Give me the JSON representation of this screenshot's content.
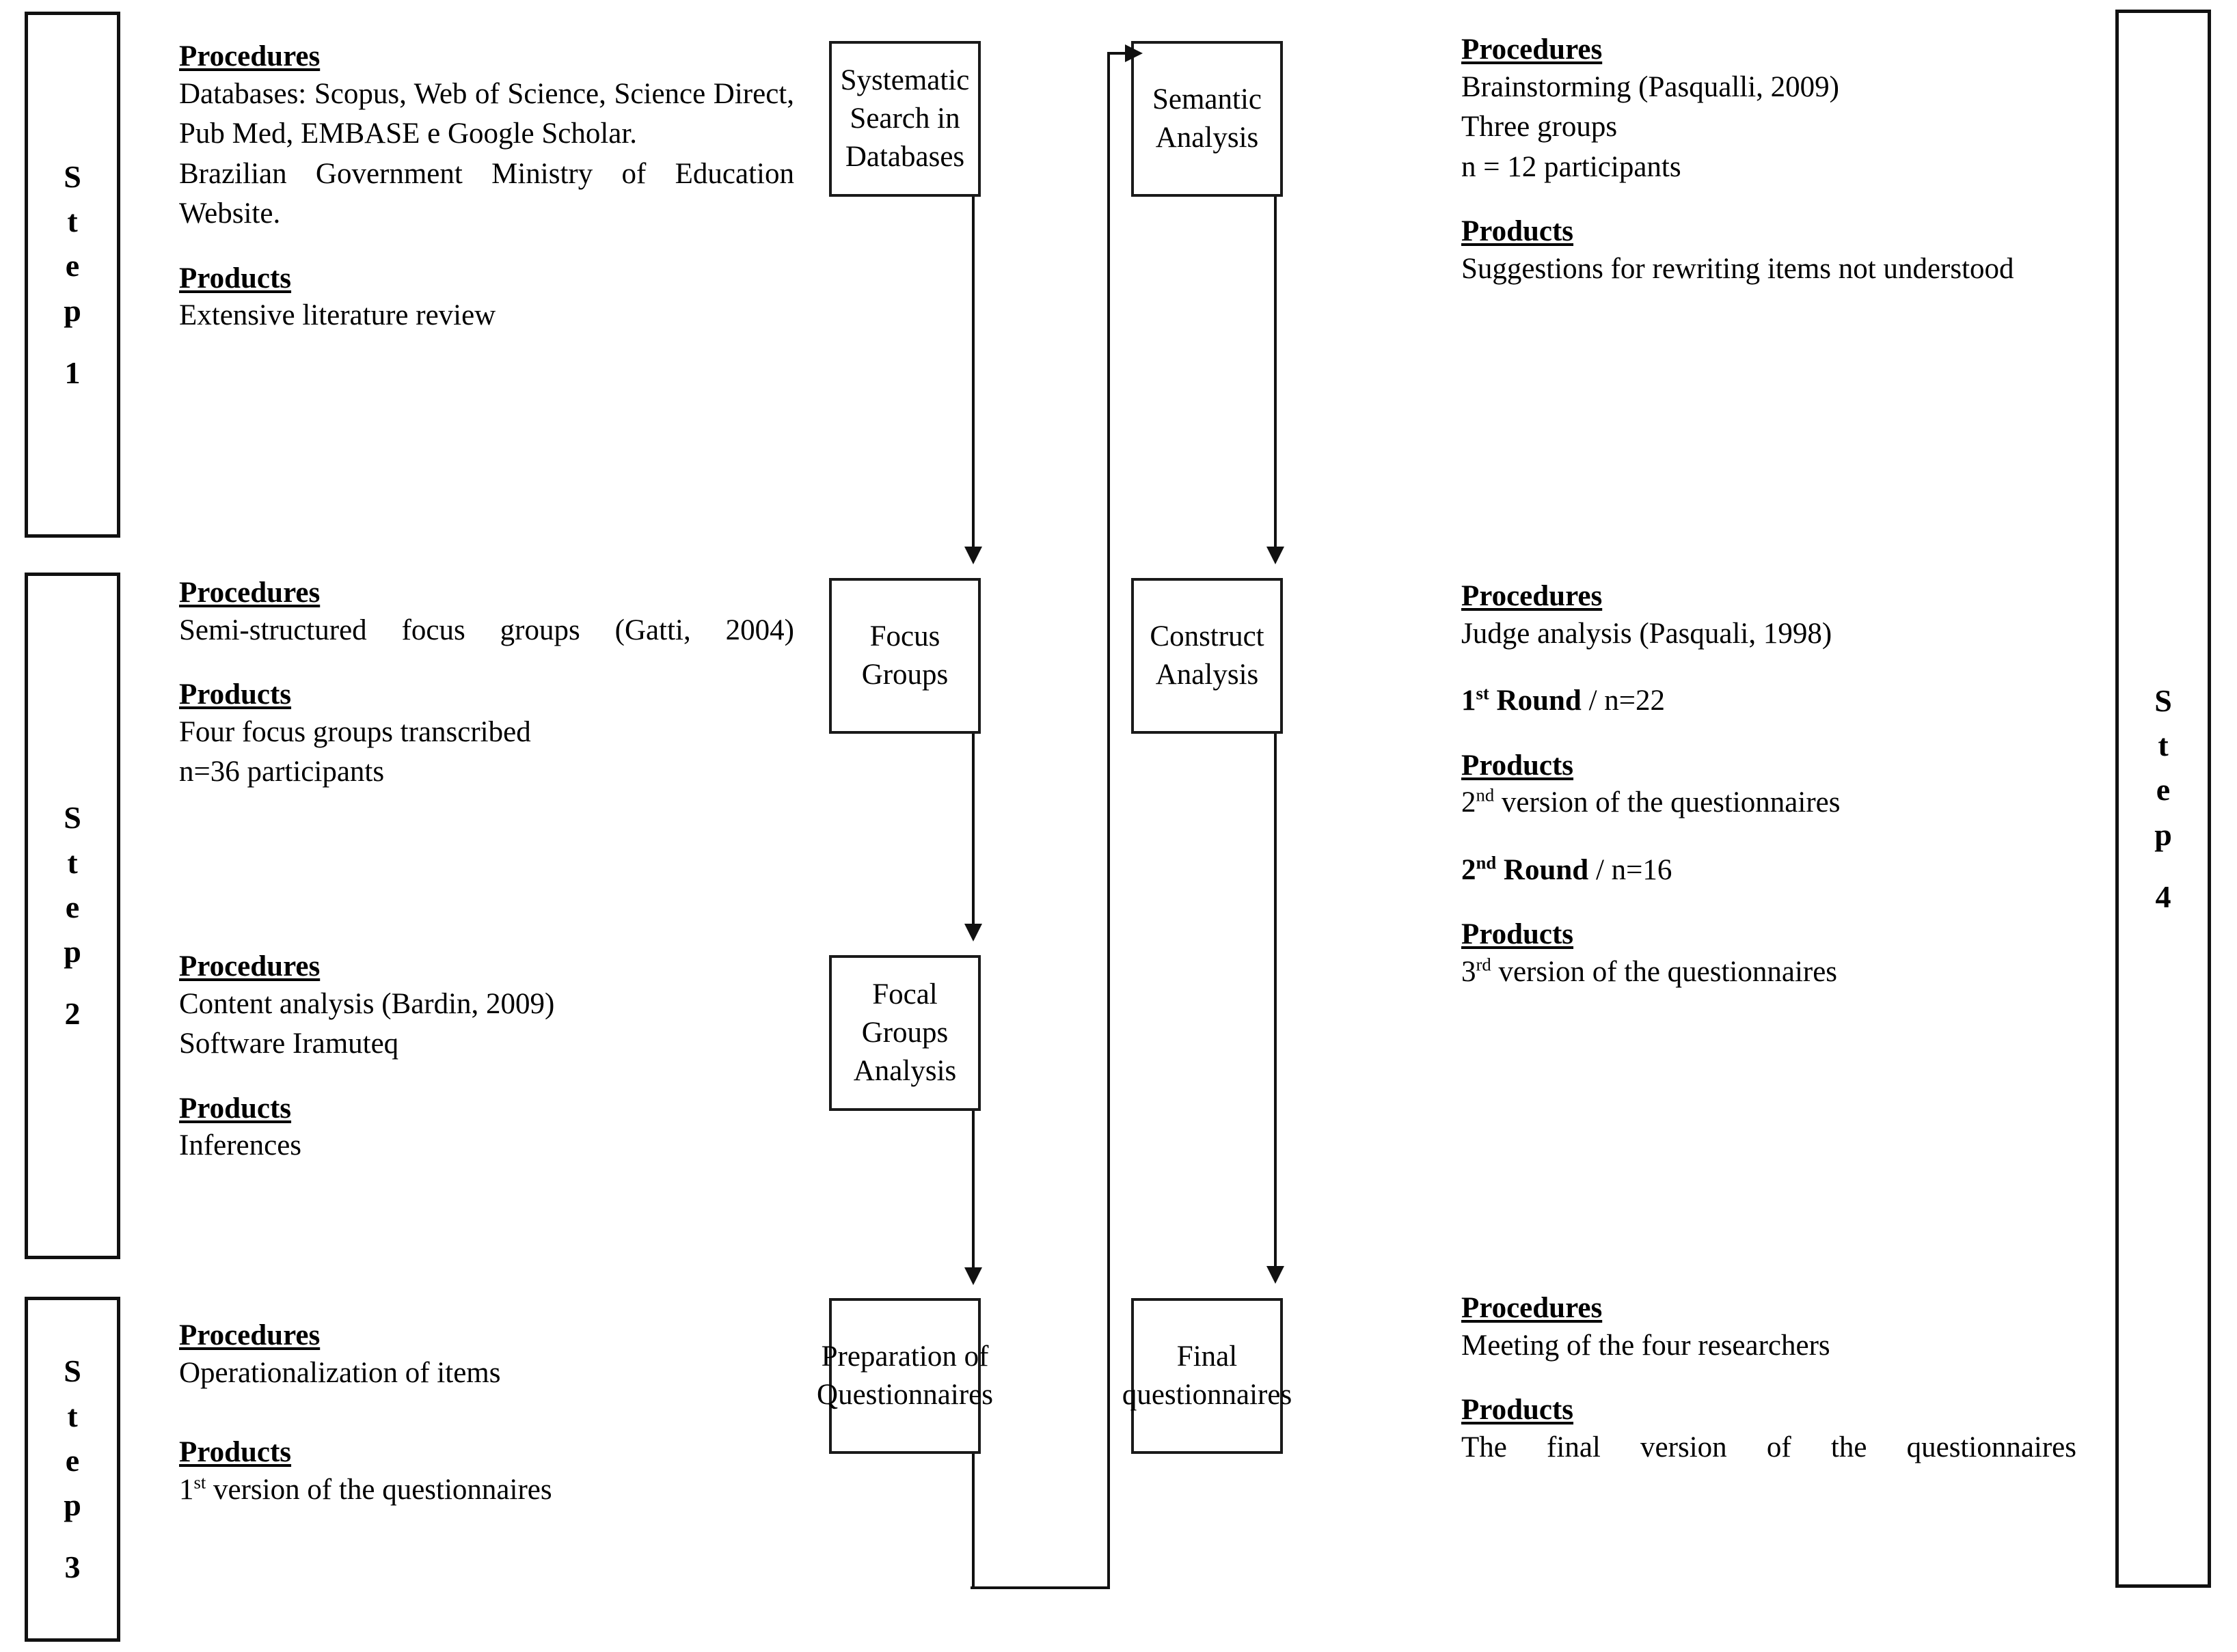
{
  "steps": {
    "step1": {
      "letters": [
        "S",
        "t",
        "e",
        "p"
      ],
      "number": "1"
    },
    "step2": {
      "letters": [
        "S",
        "t",
        "e",
        "p"
      ],
      "number": "2"
    },
    "step3": {
      "letters": [
        "S",
        "t",
        "e",
        "p"
      ],
      "number": "3"
    },
    "step4": {
      "letters": [
        "S",
        "t",
        "e",
        "p"
      ],
      "number": "4"
    }
  },
  "flow_nodes": {
    "systematic_search": "Systematic Search in Databases",
    "semantic_analysis": "Semantic Analysis",
    "focus_groups": "Focus Groups",
    "construct_analysis": "Construct Analysis",
    "focal_groups_analysis": "Focal Groups Analysis",
    "preparation_questionnaires": "Preparation of Questionnaires",
    "final_questionnaires": "Final questionnaires"
  },
  "labels": {
    "procedures": "Procedures",
    "products": "Products"
  },
  "left_column": {
    "step1": {
      "procedures_lines": [
        "Databases: Scopus, Web of Science, Science Direct, Pub Med, EMBASE e Google Scholar.",
        "Brazilian Government Ministry of Education Website."
      ],
      "products_lines": [
        "Extensive literature review"
      ]
    },
    "step2_a": {
      "procedures_lines": [
        "Semi-structured focus groups (Gatti, 2004)"
      ],
      "products_lines": [
        "Four focus groups transcribed",
        "n=36 participants"
      ]
    },
    "step2_b": {
      "procedures_lines": [
        "Content analysis (Bardin, 2009)",
        "Software Iramuteq"
      ],
      "products_lines": [
        "Inferences"
      ]
    },
    "step3": {
      "procedures_lines": [
        "Operationalization of items"
      ],
      "products_prefix": "1",
      "products_sup": "st",
      "products_rest": " version of the questionnaires"
    }
  },
  "right_column": {
    "top": {
      "procedures_lines": [
        "Brainstorming (Pasqualli, 2009)",
        "Three groups",
        "n = 12 participants"
      ],
      "products_lines": [
        "Suggestions for rewriting items not understood"
      ]
    },
    "middle": {
      "procedures_lines": [
        "Judge analysis (Pasquali, 1998)"
      ],
      "round1": {
        "num": "1",
        "sup": "st",
        "rest": " Round",
        "tail": " / n=22"
      },
      "products1": {
        "num": "2",
        "sup": "nd",
        "rest": " version of the questionnaires"
      },
      "round2": {
        "num": "2",
        "sup": "nd",
        "rest": " Round",
        "tail": " / n=16"
      },
      "products2": {
        "num": "3",
        "sup": "rd",
        "rest": " version of the questionnaires"
      }
    },
    "bottom": {
      "procedures_lines": [
        "Meeting of the four researchers"
      ],
      "products_lines": [
        "The final version of the questionnaires"
      ]
    }
  }
}
